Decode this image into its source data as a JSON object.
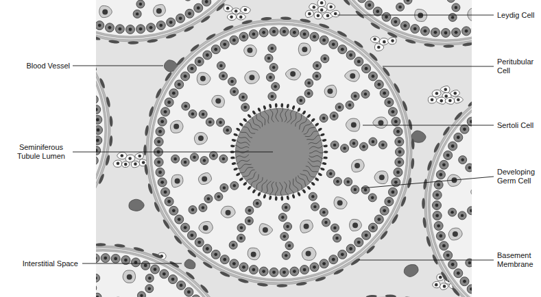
{
  "diagram": {
    "labels": [
      "Leydig Cell",
      "Blood Vessel",
      "Peritubular Cell",
      "Sertoli Cell",
      "Seminiferous Tubule Lumen",
      "Developing Germ Cell",
      "Interstitial Space",
      "Basement Membrane"
    ]
  }
}
